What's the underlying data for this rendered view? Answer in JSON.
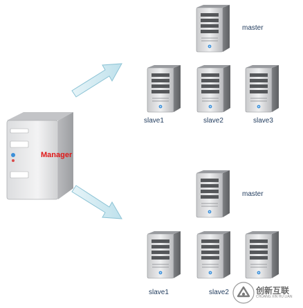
{
  "manager": {
    "label": "Manager"
  },
  "cluster_top": {
    "master": "master",
    "slaves": [
      "slave1",
      "slave2",
      "slave3"
    ]
  },
  "cluster_bottom": {
    "master": "master",
    "slaves": [
      "slave1",
      "slave2"
    ]
  },
  "watermark": {
    "text": "创新互联",
    "subtext": "CHUANG XIN HU LIAN"
  },
  "colors": {
    "arrow_fill": "#cfe9f1",
    "arrow_stroke": "#8cc3d5",
    "server_body": "#a7a9ac",
    "server_face": "#e6e7e8",
    "manager_body": "#d7d8d9",
    "label_text": "#1f3a5c",
    "manager_text": "#e01818"
  }
}
